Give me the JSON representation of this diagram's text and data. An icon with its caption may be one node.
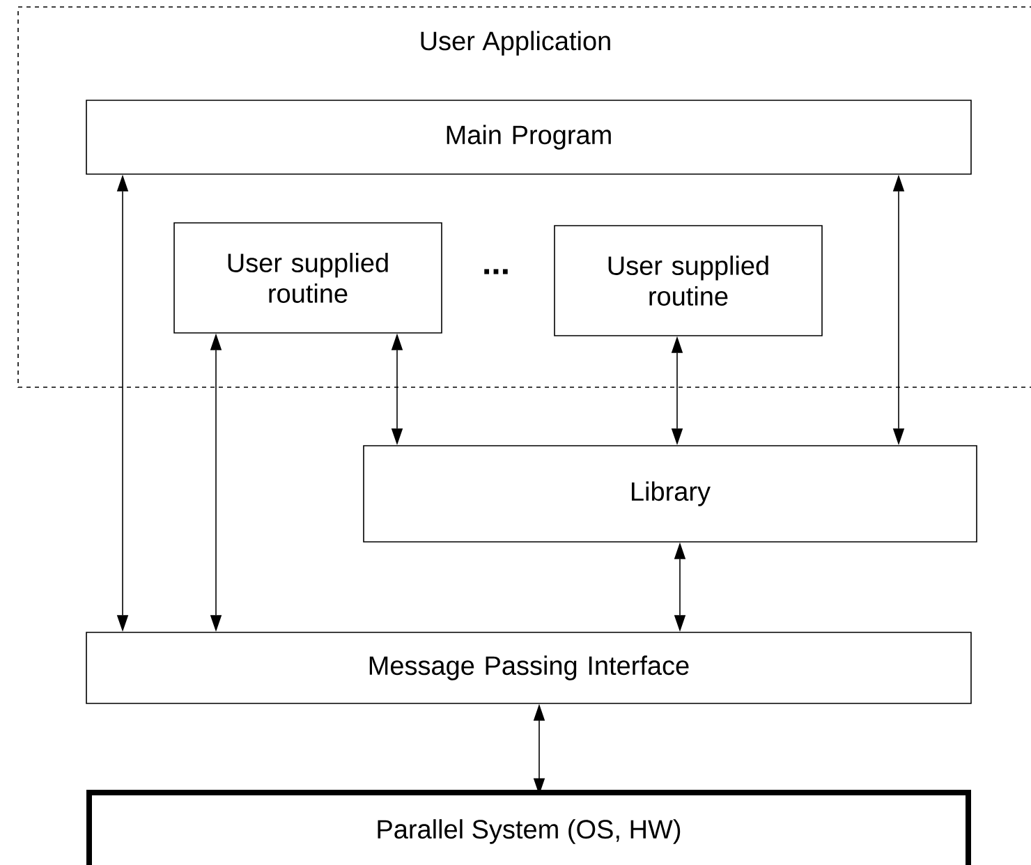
{
  "diagram": {
    "nodes": [
      {
        "text": [
          "User Application"
        ]
      },
      {
        "text": [
          "Main Program"
        ],
        "in": 0
      },
      {
        "text": [
          "User supplied routine"
        ],
        "in": 0
      },
      {
        "text": [
          "User supplied routine"
        ],
        "in": 0
      },
      {
        "text": [
          "Library"
        ]
      },
      {
        "text": [
          "Message Passing Interface"
        ]
      },
      {
        "text": [
          "Parallel System (OS, HW)"
        ]
      }
    ],
    "edges": [
      {
        "from": 1,
        "to": 5,
        "arrow": "both"
      },
      {
        "from": 2,
        "to": 5,
        "arrow": "both"
      },
      {
        "from": 2,
        "to": 4,
        "arrow": "both"
      },
      {
        "from": 3,
        "to": 4,
        "arrow": "both"
      },
      {
        "from": 1,
        "to": 4,
        "arrow": "both"
      },
      {
        "from": 4,
        "to": 5,
        "arrow": "both"
      },
      {
        "from": 5,
        "to": 6,
        "arrow": "both"
      }
    ],
    "labels": [
      "..."
    ]
  }
}
